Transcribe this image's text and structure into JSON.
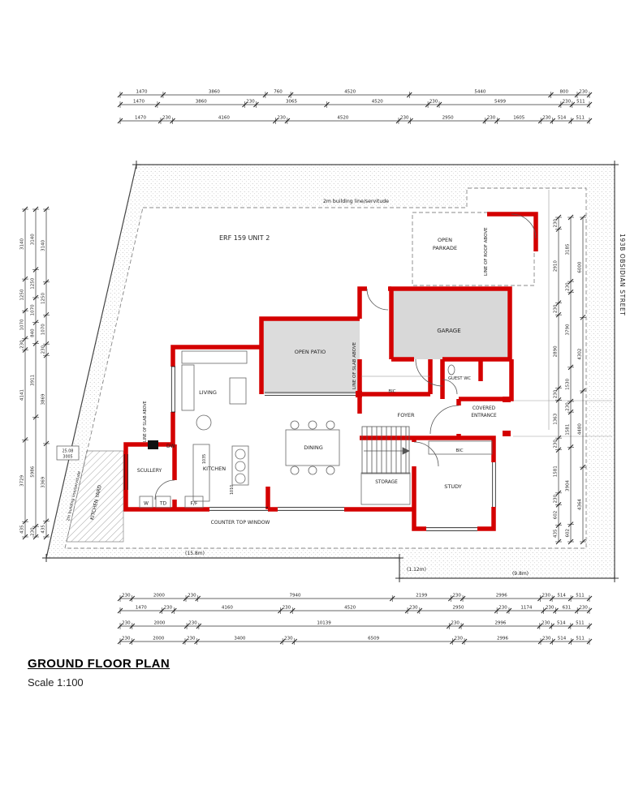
{
  "title_block": {
    "title": "GROUND FLOOR PLAN",
    "scale": "Scale 1:100"
  },
  "site": {
    "erf": "ERF 159 UNIT 2",
    "building_line": "2m building line/servitude",
    "building_line_diag": "2m building line/servitude",
    "street": "193B OBSIDIAN STREET",
    "len_left": "(15.8m)",
    "len_step": "(1.12m)",
    "len_right": "(9.8m)"
  },
  "rooms": {
    "open_parkade": [
      "OPEN",
      "PARKADE"
    ],
    "garage": "GARAGE",
    "open_patio": "OPEN PATIO",
    "living": "LIVING",
    "dining": "DINING",
    "kitchen": "KITCHEN",
    "scullery": "SCULLERY",
    "foyer": "FOYER",
    "covered_entrance": [
      "COVERED",
      "ENTRANCE"
    ],
    "guest_wc": "GUEST WC",
    "bic1": "BIC",
    "bic2": "BIC",
    "study": "STUDY",
    "storage": "STORAGE",
    "kitchen_yard": "KITCHEN YARD"
  },
  "annotations": {
    "roof_above": "LINE OF ROOF ABOVE",
    "slab_above1": "LINE OF SLAB ABOVE",
    "slab_above2": "LINE OF SLAB ABOVE",
    "counter_window": "COUNTER TOP WINDOW",
    "w": "W",
    "td": "TD",
    "ff": "F/F",
    "dw": "DW",
    "k1": "1035",
    "k2": "1010",
    "box1": "25.08",
    "box2": "3005"
  },
  "dims": {
    "top": [
      [
        "1470",
        "3860",
        "760",
        "4520",
        "5440",
        "800",
        "230"
      ],
      [
        "1470",
        "3860",
        "230",
        "3065",
        "4520",
        "230",
        "5499",
        "230",
        "511"
      ],
      [
        "1470",
        "230",
        "4160",
        "230",
        "4520",
        "230",
        "2950",
        "230",
        "1605",
        "230",
        "514",
        "511"
      ]
    ],
    "bottom": [
      [
        "230",
        "2000",
        "230",
        "7940",
        "2199",
        "230",
        "2996",
        "230",
        "514",
        "511"
      ],
      [
        "1470",
        "230",
        "4160",
        "230",
        "4520",
        "230",
        "2950",
        "230",
        "1174",
        "230",
        "631",
        "230"
      ],
      [
        "230",
        "2000",
        "230",
        "10139",
        "230",
        "2996",
        "230",
        "514",
        "511"
      ],
      [
        "230",
        "2000",
        "230",
        "3400",
        "230",
        "6509",
        "230",
        "2996",
        "230",
        "514",
        "511"
      ]
    ],
    "left": [
      [
        "3140",
        "1250",
        "1070",
        "230",
        "4141",
        "3729",
        "435"
      ],
      [
        "3140",
        "1250",
        "1070",
        "840",
        "3911",
        "5986",
        "230"
      ],
      [
        "3140",
        "1250",
        "1070",
        "230",
        "3869",
        "3369",
        "435"
      ]
    ],
    "right": [
      [
        "230",
        "2910",
        "230",
        "2890",
        "230",
        "1363",
        "230",
        "1581",
        "230",
        "602",
        "435"
      ],
      [
        "3185",
        "230",
        "3790",
        "1530",
        "230",
        "1581",
        "3904",
        "602"
      ],
      [
        "6000",
        "4302",
        "4480",
        "4364"
      ]
    ]
  }
}
